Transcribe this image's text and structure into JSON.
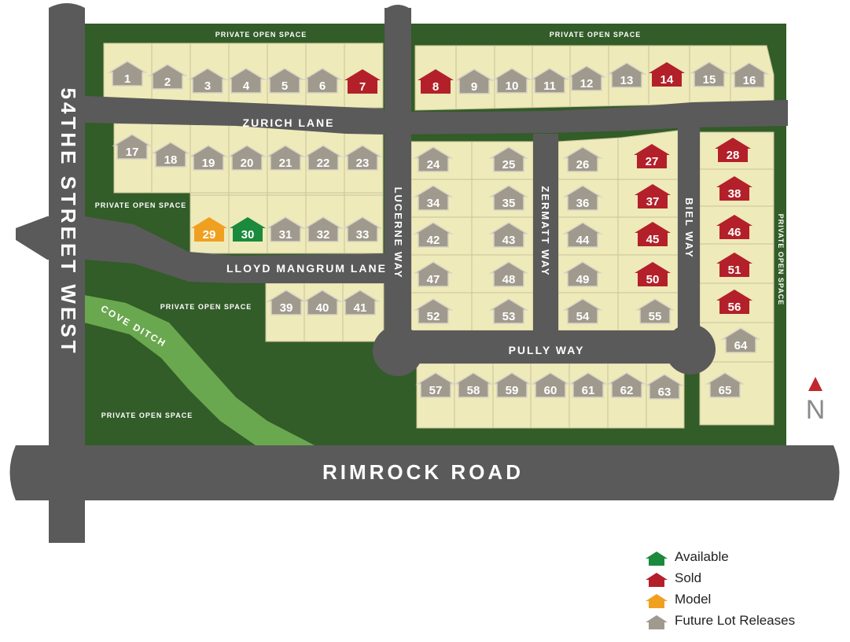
{
  "colors": {
    "open_space": "#325c28",
    "lot_fill": "#eeeaba",
    "road": "#5a5a5a",
    "ditch": "#6aa84f",
    "available": "#1b8a3c",
    "sold": "#b3202a",
    "model": "#f0a020",
    "future": "#a09a8e",
    "north_arrow": "#c0272d"
  },
  "streets": {
    "zurich": "ZURICH LANE",
    "lloyd": "LLOYD MANGRUM LANE",
    "lucerne": "LUCERNE WAY",
    "zermatt": "ZERMATT WAY",
    "biel": "BIEL WAY",
    "pully": "PULLY WAY",
    "rimrock": "RIMROCK ROAD",
    "fiftyfourth": "54THE STREET WEST",
    "cove": "COVE DITCH"
  },
  "open_space_labels": {
    "north_west": "PRIVATE OPEN SPACE",
    "north_east": "PRIVATE OPEN SPACE",
    "west_middle": "PRIVATE OPEN SPACE",
    "south_middle": "PRIVATE OPEN SPACE",
    "south_west": "PRIVATE OPEN SPACE",
    "east_side": "PRIVATE OPEN SPACE"
  },
  "legend": {
    "available": "Available",
    "sold": "Sold",
    "model": "Model",
    "future": "Future Lot Releases"
  },
  "north_label": "N",
  "lots": [
    {
      "n": "1",
      "s": "future"
    },
    {
      "n": "2",
      "s": "future"
    },
    {
      "n": "3",
      "s": "future"
    },
    {
      "n": "4",
      "s": "future"
    },
    {
      "n": "5",
      "s": "future"
    },
    {
      "n": "6",
      "s": "future"
    },
    {
      "n": "7",
      "s": "sold"
    },
    {
      "n": "8",
      "s": "sold"
    },
    {
      "n": "9",
      "s": "future"
    },
    {
      "n": "10",
      "s": "future"
    },
    {
      "n": "11",
      "s": "future"
    },
    {
      "n": "12",
      "s": "future"
    },
    {
      "n": "13",
      "s": "future"
    },
    {
      "n": "14",
      "s": "sold"
    },
    {
      "n": "15",
      "s": "future"
    },
    {
      "n": "16",
      "s": "future"
    },
    {
      "n": "17",
      "s": "future"
    },
    {
      "n": "18",
      "s": "future"
    },
    {
      "n": "19",
      "s": "future"
    },
    {
      "n": "20",
      "s": "future"
    },
    {
      "n": "21",
      "s": "future"
    },
    {
      "n": "22",
      "s": "future"
    },
    {
      "n": "23",
      "s": "future"
    },
    {
      "n": "24",
      "s": "future"
    },
    {
      "n": "25",
      "s": "future"
    },
    {
      "n": "26",
      "s": "future"
    },
    {
      "n": "27",
      "s": "sold"
    },
    {
      "n": "28",
      "s": "sold"
    },
    {
      "n": "29",
      "s": "model"
    },
    {
      "n": "30",
      "s": "available"
    },
    {
      "n": "31",
      "s": "future"
    },
    {
      "n": "32",
      "s": "future"
    },
    {
      "n": "33",
      "s": "future"
    },
    {
      "n": "34",
      "s": "future"
    },
    {
      "n": "35",
      "s": "future"
    },
    {
      "n": "36",
      "s": "future"
    },
    {
      "n": "37",
      "s": "sold"
    },
    {
      "n": "38",
      "s": "sold"
    },
    {
      "n": "39",
      "s": "future"
    },
    {
      "n": "40",
      "s": "future"
    },
    {
      "n": "41",
      "s": "future"
    },
    {
      "n": "42",
      "s": "future"
    },
    {
      "n": "43",
      "s": "future"
    },
    {
      "n": "44",
      "s": "future"
    },
    {
      "n": "45",
      "s": "sold"
    },
    {
      "n": "46",
      "s": "sold"
    },
    {
      "n": "47",
      "s": "future"
    },
    {
      "n": "48",
      "s": "future"
    },
    {
      "n": "49",
      "s": "future"
    },
    {
      "n": "50",
      "s": "sold"
    },
    {
      "n": "51",
      "s": "sold"
    },
    {
      "n": "52",
      "s": "future"
    },
    {
      "n": "53",
      "s": "future"
    },
    {
      "n": "54",
      "s": "future"
    },
    {
      "n": "55",
      "s": "future"
    },
    {
      "n": "56",
      "s": "sold"
    },
    {
      "n": "57",
      "s": "future"
    },
    {
      "n": "58",
      "s": "future"
    },
    {
      "n": "59",
      "s": "future"
    },
    {
      "n": "60",
      "s": "future"
    },
    {
      "n": "61",
      "s": "future"
    },
    {
      "n": "62",
      "s": "future"
    },
    {
      "n": "63",
      "s": "future"
    },
    {
      "n": "64",
      "s": "future"
    },
    {
      "n": "65",
      "s": "future"
    }
  ]
}
